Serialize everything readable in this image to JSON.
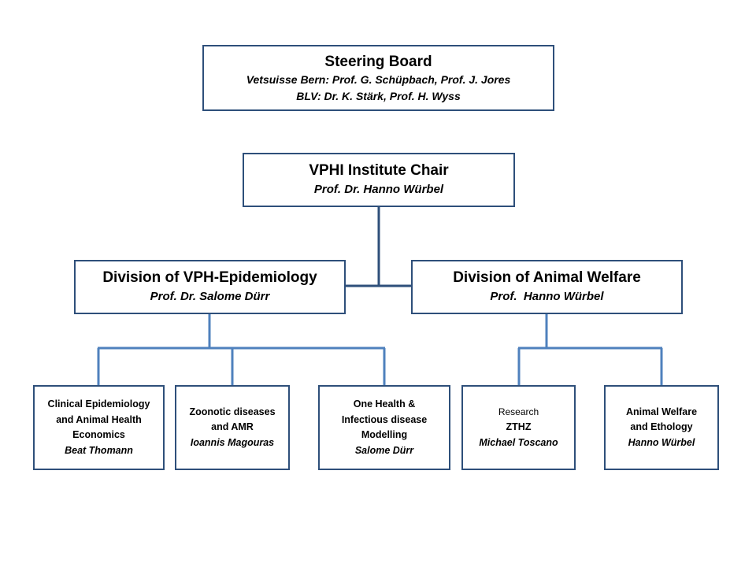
{
  "steering_board": {
    "title": "Steering Board",
    "line1": "Vetsuisse Bern: Prof. G. Schüpbach, Prof. J. Jores",
    "line2": "BLV: Dr. K. Stärk, Prof. H. Wyss"
  },
  "institute_chair": {
    "title": "VPHI Institute Chair",
    "person": "Prof. Dr. Hanno Würbel"
  },
  "divisions": [
    {
      "title": "Division of VPH-Epidemiology",
      "person": "Prof. Dr. Salome Dürr"
    },
    {
      "title": "Division of Animal Welfare",
      "person": "Prof.  Hanno Würbel"
    }
  ],
  "units": [
    {
      "lines": [
        "Clinical Epidemiology",
        "and Animal Health",
        "Economics"
      ],
      "person": "Beat Thomann"
    },
    {
      "lines": [
        "Zoonotic diseases",
        "and AMR"
      ],
      "person": "Ioannis Magouras"
    },
    {
      "lines": [
        "One Health &",
        "Infectious disease",
        "Modelling"
      ],
      "person": "Salome Dürr"
    },
    {
      "lines": [
        "Research",
        "ZTHZ"
      ],
      "person": "Michael Toscano"
    },
    {
      "lines": [
        "Animal Welfare",
        "and Ethology"
      ],
      "person": "Hanno Würbel"
    }
  ],
  "colors": {
    "border": "#2e4f7a",
    "connector": "#4f81bd"
  }
}
